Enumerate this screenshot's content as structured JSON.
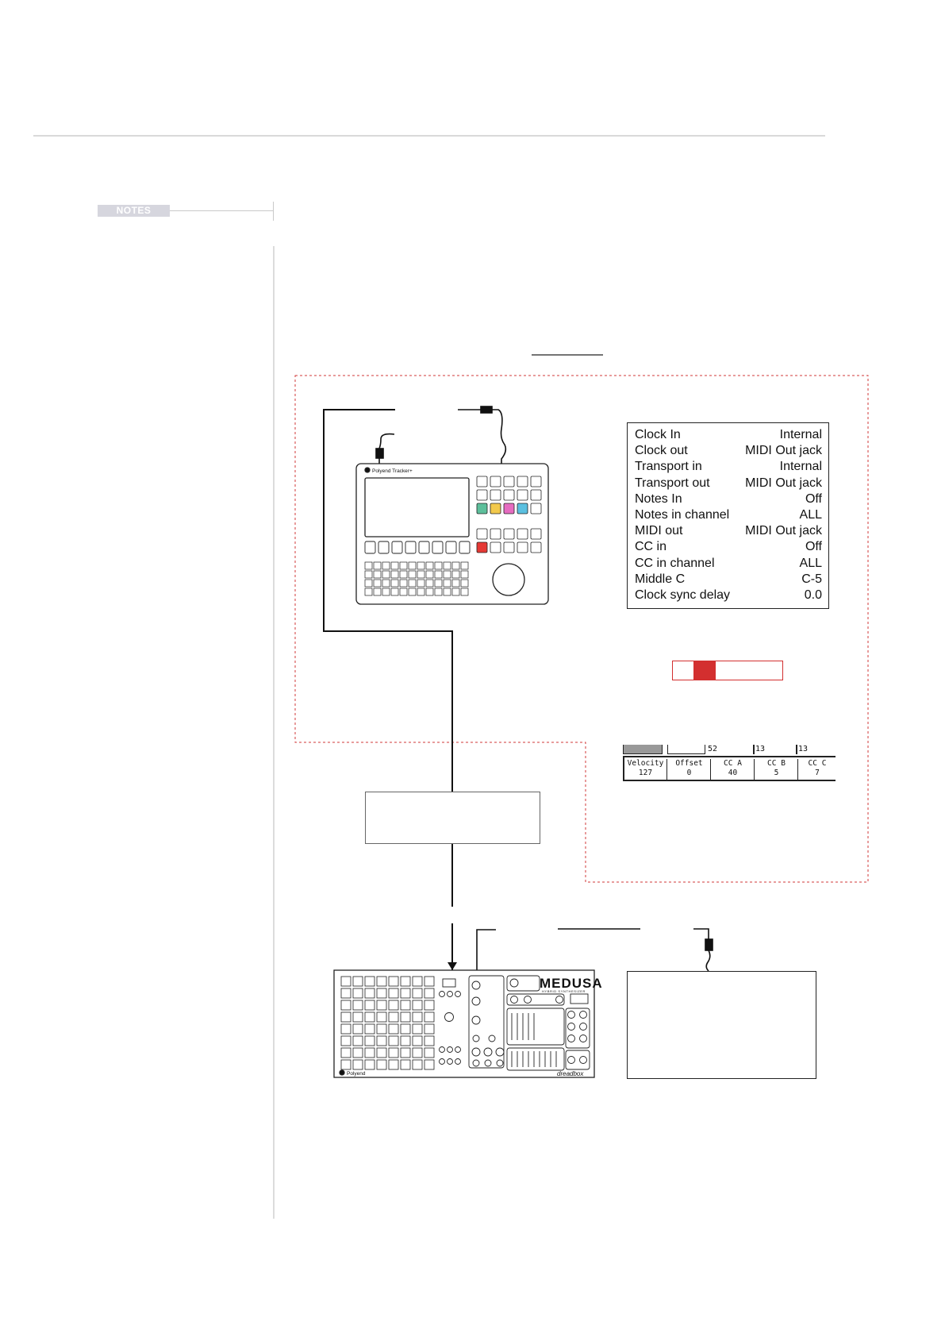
{
  "page": {
    "notes_label": "NOTES"
  },
  "tracker_device": {
    "brand_label": "Polyend Tracker+"
  },
  "settings": [
    {
      "label": "Clock In",
      "value": "Internal"
    },
    {
      "label": "Clock out",
      "value": "MIDI Out jack"
    },
    {
      "label": "Transport in",
      "value": "Internal"
    },
    {
      "label": "Transport out",
      "value": "MIDI Out jack"
    },
    {
      "label": "Notes In",
      "value": "Off"
    },
    {
      "label": "Notes in channel",
      "value": "ALL"
    },
    {
      "label": "MIDI out",
      "value": "MIDI Out jack"
    },
    {
      "label": "CC in",
      "value": "Off"
    },
    {
      "label": "CC in channel",
      "value": "ALL"
    },
    {
      "label": "Middle C",
      "value": "C-5"
    },
    {
      "label": "Clock sync delay",
      "value": "0.0"
    }
  ],
  "screen_panel": {
    "top_values": [
      "52",
      "13",
      "13"
    ],
    "cells": [
      {
        "label": "Velocity",
        "value": "127"
      },
      {
        "label": "Offset",
        "value": "0"
      },
      {
        "label": "CC A",
        "value": "40"
      },
      {
        "label": "CC B",
        "value": "5"
      },
      {
        "label": "CC C",
        "value": "7"
      }
    ]
  },
  "medusa_device": {
    "logo": "MEDUSA",
    "subtitle": "HYBRID SYNTHESIZER",
    "brand_left": "Polyend",
    "brand_right": "dreadbox"
  },
  "colors": {
    "accent_red": "#d32f2f",
    "pad_green": "#5dbf9b",
    "pad_yellow": "#f2c94c",
    "pad_pink": "#e66cc0",
    "pad_blue": "#5bc0e0",
    "record_red": "#e53935"
  }
}
